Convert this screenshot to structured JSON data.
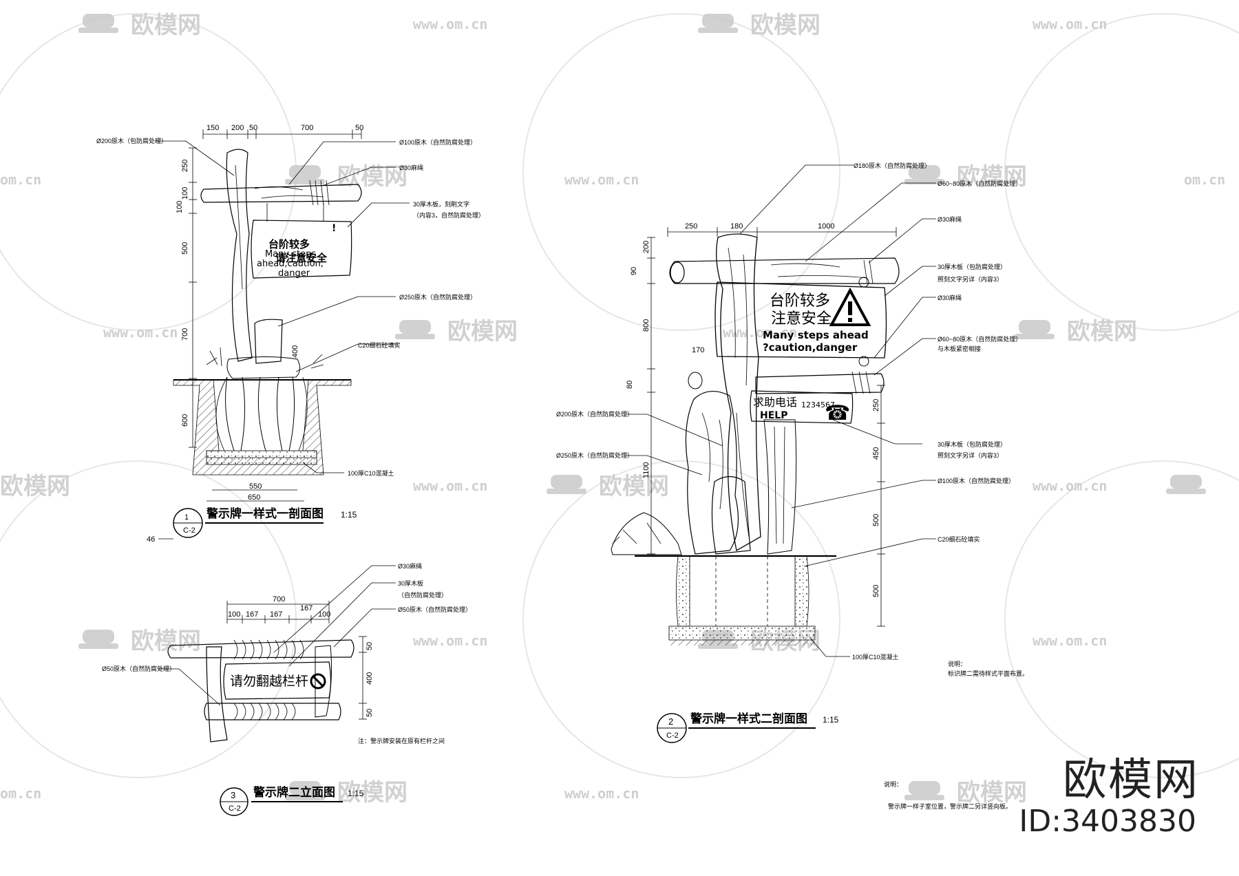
{
  "watermark": {
    "brand": "欧模网",
    "url": "www.om.cn",
    "url_short": "om.cn"
  },
  "brand_block": {
    "name": "欧模网",
    "id": "ID:3403830"
  },
  "drawing1": {
    "title": "警示牌一样式一剖面图",
    "scale": "1:15",
    "index_top": "1",
    "index_bottom": "C-2",
    "side_number": "46",
    "dims_top": [
      "150",
      "200",
      "50",
      "700",
      "50"
    ],
    "dims_left": [
      "250",
      "100",
      "100",
      "500",
      "700",
      "400",
      "600"
    ],
    "dims_bottom": [
      "550",
      "650"
    ],
    "labels": [
      "Ø200原木（包防腐处理）",
      "Ø100原木（自然防腐处理）",
      "Ø30麻绳",
      "30厚木板，刻刷文字",
      "（内容3，自然防腐处理）",
      "Ø250原木（自然防腐处理）",
      "C20细石砼填实",
      "100厚C10混凝土"
    ],
    "sign_cn": [
      "台阶较多",
      "请注意安全"
    ],
    "sign_en": [
      "Many steps",
      "ahead,caution,",
      "danger"
    ]
  },
  "drawing2": {
    "title": "警示牌一样式二剖面图",
    "scale": "1:15",
    "index_top": "2",
    "index_bottom": "C-2",
    "dims_top": [
      "250",
      "180",
      "1000"
    ],
    "dims_left": [
      "200",
      "90",
      "800",
      "80",
      "170",
      "1100"
    ],
    "dims_right": [
      "250",
      "450",
      "500",
      "500"
    ],
    "labels": [
      "Ø180原木（自然防腐处理）",
      "Ø60~80原木（自然防腐处理）",
      "Ø30麻绳",
      "30厚木板（包防腐处理）",
      "照刻文字另详（内容3）",
      "Ø30麻绳",
      "Ø60~80原木（自然防腐处理）",
      "与木板紧密相接",
      "Ø200原木（自然防腐处理）",
      "Ø250原木（自然防腐处理）",
      "30厚木板（包防腐处理）",
      "照刻文字另详（内容3）",
      "Ø100原木（自然防腐处理）",
      "C20细石砼填实",
      "100厚C10混凝土"
    ],
    "sign1_cn": [
      "台阶较多",
      "注意安全"
    ],
    "sign1_en": [
      "Many steps ahead",
      "?caution,danger"
    ],
    "sign2_cn": "求助电话",
    "sign2_phone": "1234567",
    "sign2_en": "HELP",
    "notes": [
      "说明：",
      "标识牌二需待样式平面布置。"
    ],
    "bottom_notes": [
      "说明：",
      "警示牌一样子室位置，警示牌二另详竖向板。"
    ]
  },
  "drawing3": {
    "title": "警示牌二立面图",
    "scale": "1:15",
    "index_top": "3",
    "index_bottom": "C-2",
    "dims_top_total": "700",
    "dims_top": [
      "100",
      "167",
      "167",
      "167",
      "100"
    ],
    "dims_right": [
      "50",
      "400",
      "50"
    ],
    "labels": [
      "Ø30麻绳",
      "30厚木板",
      "（自然防腐处理）",
      "Ø50原木（自然防腐处理）",
      "Ø50原木（自然防腐处理）"
    ],
    "sign_cn": "请勿翻越栏杆",
    "note": "注：警示牌安装在原有栏杆之间"
  }
}
